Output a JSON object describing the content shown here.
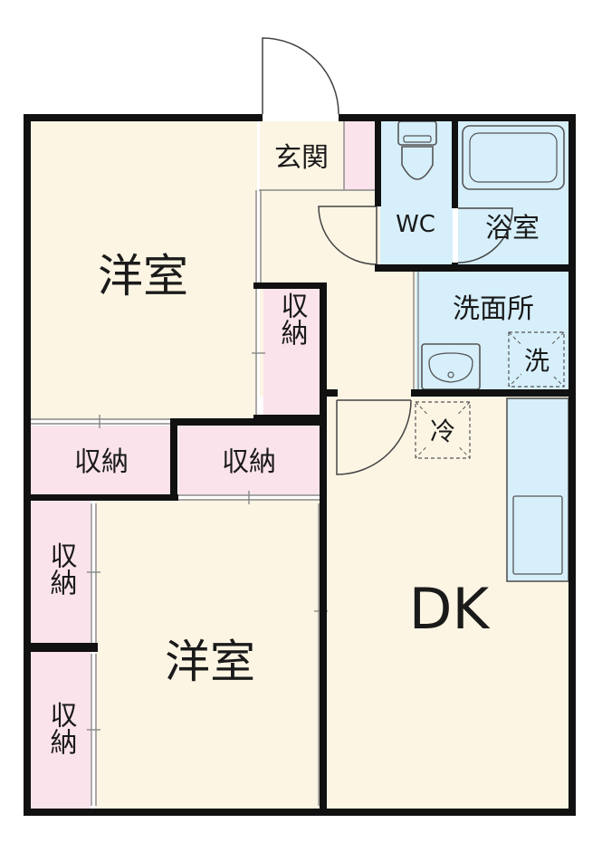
{
  "rooms": {
    "western_room_1": "洋室",
    "western_room_2": "洋室",
    "dining_kitchen": "DK",
    "entrance": "玄関",
    "toilet": "WC",
    "bathroom": "浴室",
    "washroom": "洗面所",
    "closet_a": "収納",
    "closet_b": "収納",
    "closet_c": "収納",
    "closet_d": "収納",
    "closet_e": "収納"
  },
  "fixtures": {
    "washing_machine": "洗",
    "refrigerator": "冷"
  },
  "colors": {
    "room_floor": "#fdf5e4",
    "storage": "#fbe3ec",
    "wet_area": "#d6effb",
    "wall": "#111111"
  }
}
